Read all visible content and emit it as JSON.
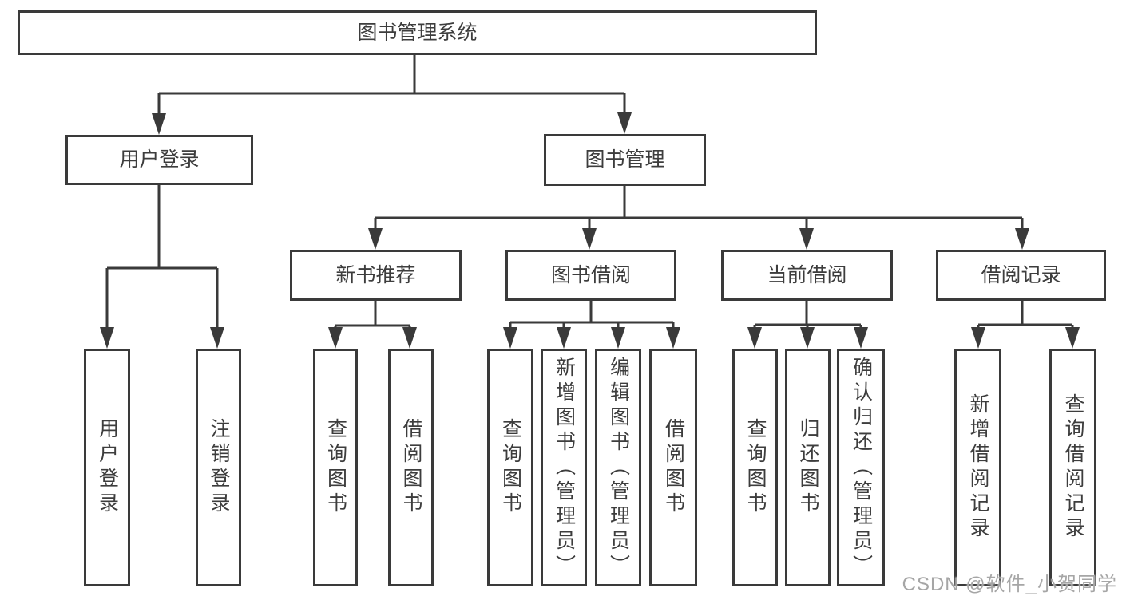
{
  "diagram_title": "图书管理系统",
  "watermark": "CSDN @软件_小贺同学",
  "colors": {
    "line": "#3a3a3a",
    "box_border": "#3a3a3a",
    "box_fill": "#ffffff",
    "text": "#3d3d3d",
    "watermark": "#a6a6a6",
    "background": "#ffffff"
  },
  "nodes": {
    "root": {
      "label": "图书管理系统"
    },
    "l2": [
      {
        "label": "用户登录"
      },
      {
        "label": "图书管理"
      }
    ],
    "l3": [
      {
        "label": "新书推荐"
      },
      {
        "label": "图书借阅"
      },
      {
        "label": "当前借阅"
      },
      {
        "label": "借阅记录"
      }
    ],
    "leaves": [
      {
        "label": "用户登录",
        "parent": "用户登录"
      },
      {
        "label": "注销登录",
        "parent": "用户登录"
      },
      {
        "label": "查询图书",
        "parent": "新书推荐"
      },
      {
        "label": "借阅图书",
        "parent": "新书推荐"
      },
      {
        "label": "查询图书",
        "parent": "图书借阅"
      },
      {
        "label": "新增图书（管理员）",
        "parent": "图书借阅"
      },
      {
        "label": "编辑图书（管理员）",
        "parent": "图书借阅"
      },
      {
        "label": "借阅图书",
        "parent": "图书借阅"
      },
      {
        "label": "查询图书",
        "parent": "当前借阅"
      },
      {
        "label": "归还图书",
        "parent": "当前借阅"
      },
      {
        "label": "确认归还（管理员）",
        "parent": "当前借阅"
      },
      {
        "label": "新增借阅记录",
        "parent": "借阅记录"
      },
      {
        "label": "查询借阅记录",
        "parent": "借阅记录"
      }
    ]
  }
}
